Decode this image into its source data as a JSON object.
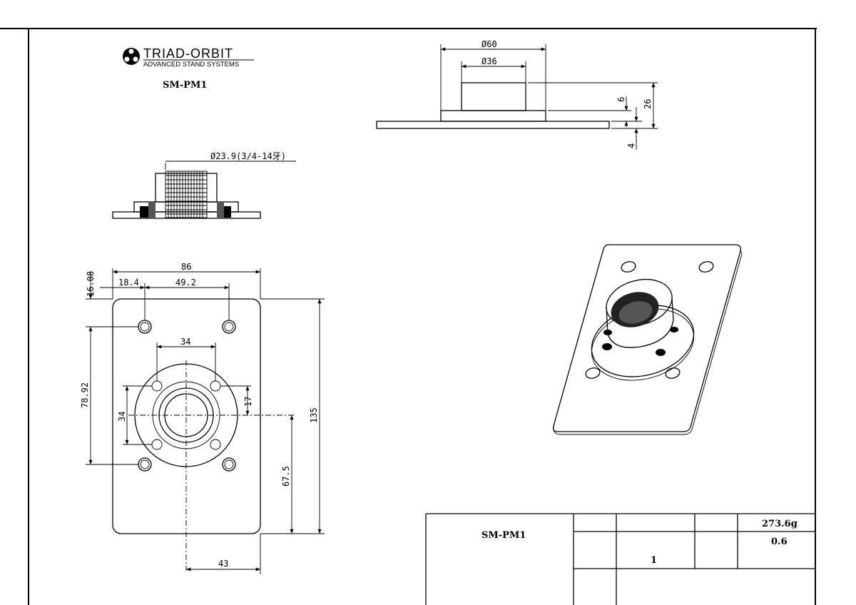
{
  "brand": {
    "name": "TRIAD-ORBIT",
    "tagline": "ADVANCED STAND SYSTEMS",
    "logo_icon": "triad-orbit-logo-icon"
  },
  "part_label": "SM-PM1",
  "dimensions": {
    "front_view": {
      "outer_diameter": "Ø60",
      "inner_diameter": "Ø36",
      "collar_height": "6",
      "total_height": "26",
      "plate_thickness": "4"
    },
    "section_view": {
      "thread": "Ø23.9(3/4-14牙)"
    },
    "top_view": {
      "plate_width": "86",
      "hole_offset_x": "18.4",
      "hole_spacing_x": "49.2",
      "hole_offset_y": "16.08",
      "hole_spacing_y": "78.92",
      "flange_hole_spacing_x": "34",
      "flange_hole_spacing_y": "34",
      "half_spacing": "17",
      "plate_height": "135",
      "center_height": "67.5",
      "center_x": "43"
    }
  },
  "title_block": {
    "name": "SM-PM1",
    "weight": "273.6g",
    "thickness": "0.6",
    "sheet": "1"
  }
}
